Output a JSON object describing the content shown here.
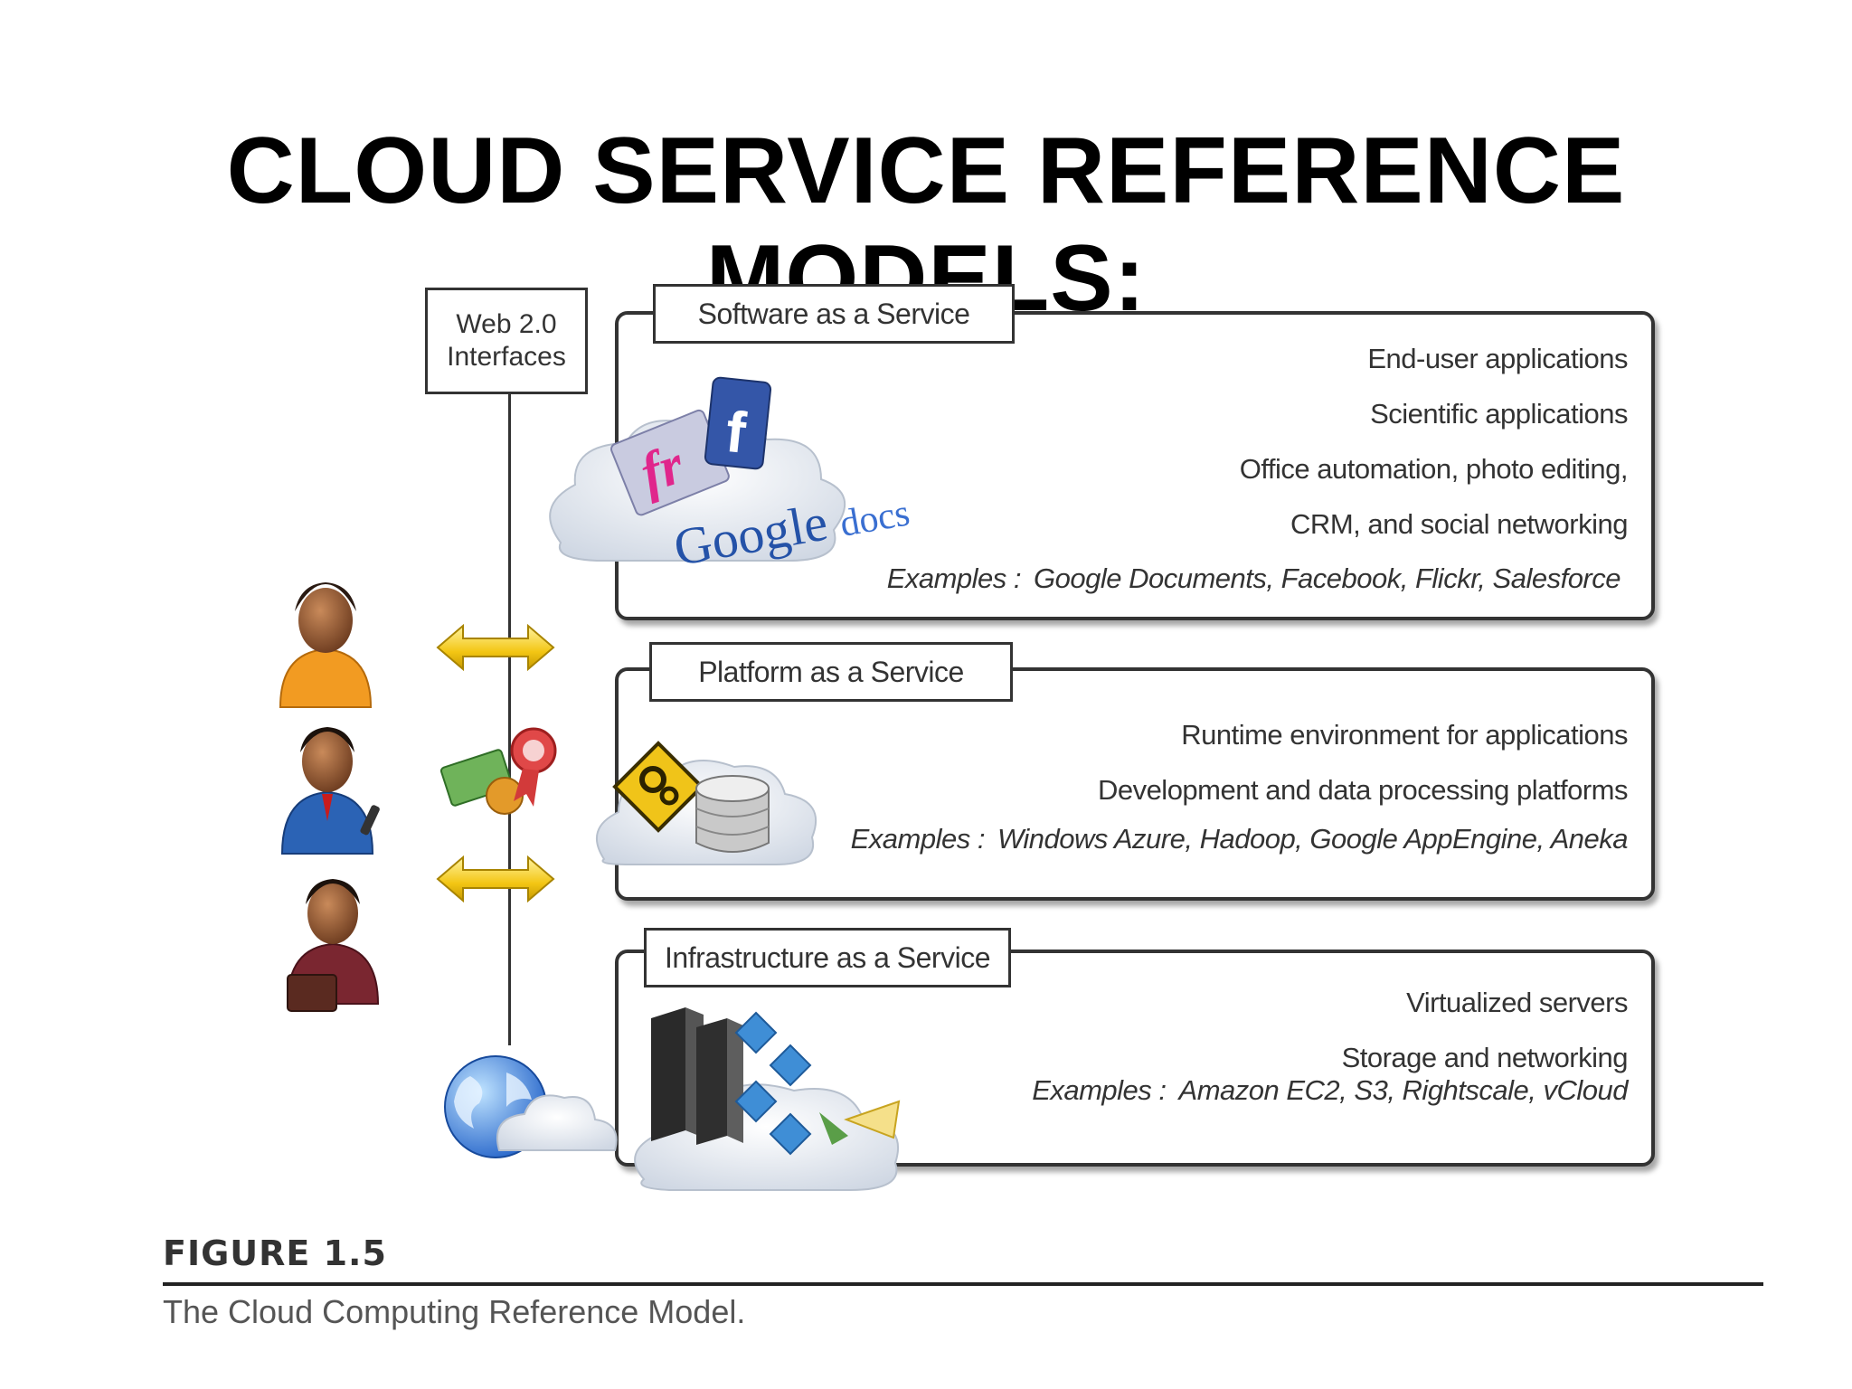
{
  "title": "CLOUD SERVICE REFERENCE MODELS:",
  "web_box": "Web 2.0\nInterfaces",
  "layers": [
    {
      "name": "Software as a Service",
      "features": [
        "End-user applications",
        "Scientific applications",
        "Office automation, photo editing,",
        "CRM, and social networking"
      ],
      "examples_label": "Examples :",
      "examples": "Google Documents, Facebook, Flickr, Salesforce",
      "icon_text": "Google docs"
    },
    {
      "name": "Platform as a Service",
      "features": [
        "Runtime environment for applications",
        "Development and data processing platforms"
      ],
      "examples_label": "Examples :",
      "examples": "Windows Azure, Hadoop, Google AppEngine, Aneka"
    },
    {
      "name": "Infrastructure as a Service",
      "features": [
        "Virtualized servers",
        "Storage and networking"
      ],
      "examples_label": "Examples :",
      "examples": "Amazon EC2, S3, Rightscale, vCloud"
    }
  ],
  "figure": {
    "number": "FIGURE 1.5",
    "caption": "The Cloud Computing Reference Model."
  },
  "colors": {
    "outline": "#333333",
    "arrow": "#f3c614",
    "cloud": "#dde3ec",
    "user_orange": "#f29b22",
    "user_blue": "#2b63b5",
    "user_brown": "#7a2630"
  },
  "icons": [
    "user-icon",
    "billing-icon",
    "bidirectional-arrow-icon",
    "globe-icon",
    "cloud-icon",
    "facebook-icon",
    "flickr-icon",
    "gear-warning-icon",
    "database-icon",
    "server-rack-icon",
    "network-node-icon"
  ]
}
